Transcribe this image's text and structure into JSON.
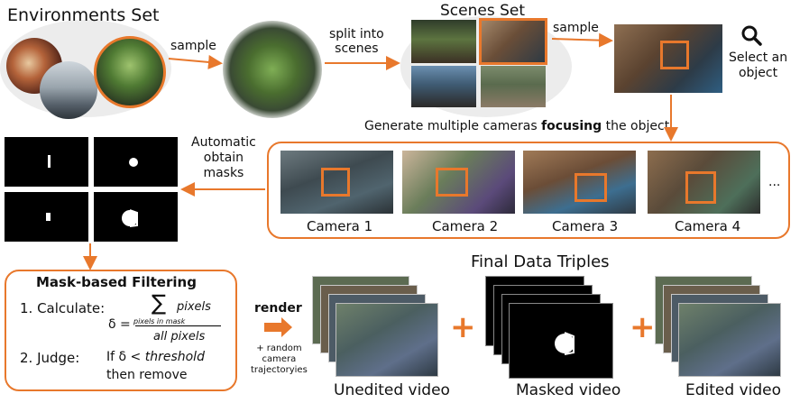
{
  "texts": {
    "environments_set": "Environments Set",
    "sample_1": "sample",
    "split_into_scenes": "split into\nscenes",
    "scenes_set": "Scenes Set",
    "sample_2": "sample",
    "select_object": "Select an\nobject",
    "generate_cameras_prefix": "Generate multiple cameras ",
    "generate_cameras_bold": "focusing",
    "generate_cameras_suffix": " the object",
    "automatic_masks": "Automatic\nobtain\nmasks",
    "camera_1": "Camera 1",
    "camera_2": "Camera 2",
    "camera_3": "Camera 3",
    "camera_4": "Camera 4",
    "ellipsis": "...",
    "final_data_triples": "Final Data Triples",
    "mask_filter_title": "Mask-based Filtering",
    "step1": "1.  Calculate:",
    "sum_symbol": "∑",
    "pixels_top": "pixels",
    "pixels_in_mask": "pixels in mask",
    "delta_eq": "δ =",
    "all_pixels": "all pixels",
    "step2": "2.  Judge:",
    "if_delta": "If  δ < ",
    "threshold": "threshold",
    "then_remove": "then remove",
    "render": "render",
    "random_traj": "+ random\ncamera\ntrajectoryies",
    "unedited_video": "Unedited video",
    "masked_video": "Masked video",
    "edited_video": "Edited video"
  },
  "colors": {
    "accent": "#e8782c",
    "panel_bg": "#ececec",
    "black": "#000000"
  },
  "icons": {
    "search": "magnifier-icon",
    "arrow": "arrow-icon",
    "plus": "plus-icon"
  }
}
